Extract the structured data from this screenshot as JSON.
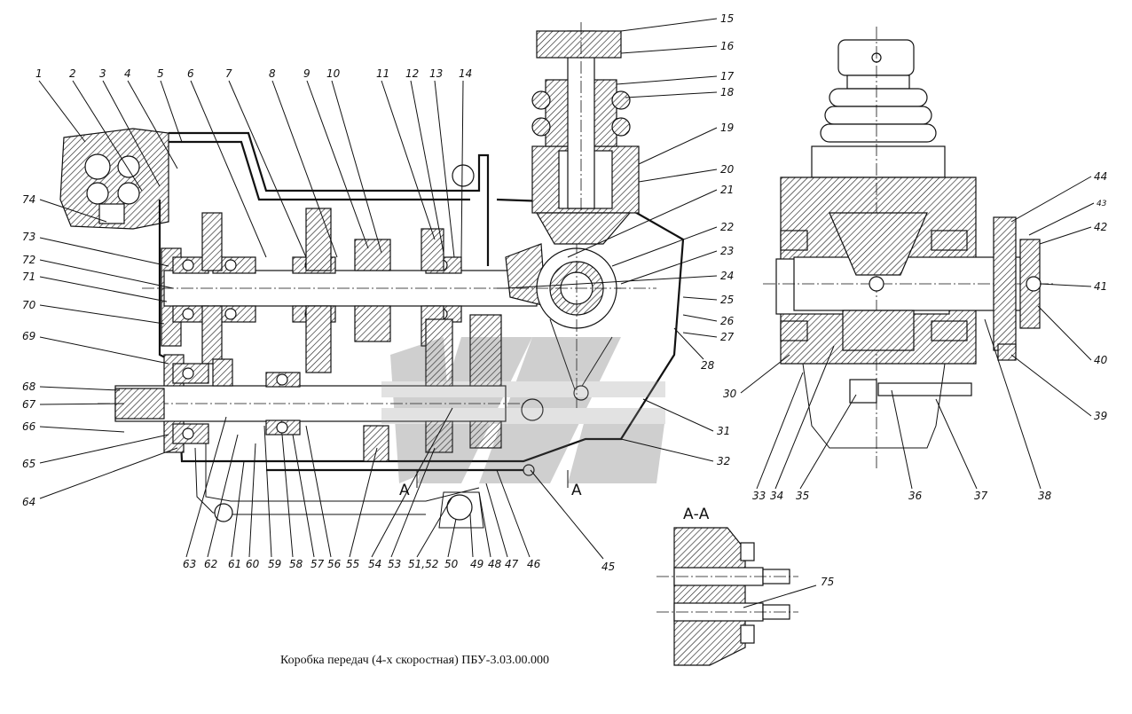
{
  "caption": "Коробка передач (4-х скоростная) ПБУ-3.03.00.000",
  "section_title": "А-А",
  "section_marks": [
    "А",
    "А"
  ],
  "callouts": {
    "top_row": [
      "1",
      "2",
      "3",
      "4",
      "5",
      "6",
      "7",
      "8",
      "9",
      "10",
      "11",
      "12",
      "13",
      "14"
    ],
    "right_column": [
      "15",
      "16",
      "17",
      "18",
      "19",
      "20",
      "21",
      "22",
      "23",
      "24",
      "25",
      "26",
      "27",
      "28"
    ],
    "bottom_right": [
      "31",
      "32",
      "45",
      "46",
      "47",
      "48",
      "49",
      "50",
      "51,52"
    ],
    "bottom_row": [
      "53",
      "54",
      "55",
      "56",
      "57",
      "58",
      "59",
      "60",
      "61",
      "62",
      "63",
      "64",
      "65",
      "66",
      "67",
      "68",
      "69",
      "70",
      "71",
      "72",
      "73",
      "74"
    ],
    "side_view": [
      "30",
      "33",
      "34",
      "35",
      "36",
      "37",
      "38",
      "39",
      "40",
      "41",
      "42",
      "43",
      "44"
    ],
    "section_view": [
      "75"
    ]
  }
}
